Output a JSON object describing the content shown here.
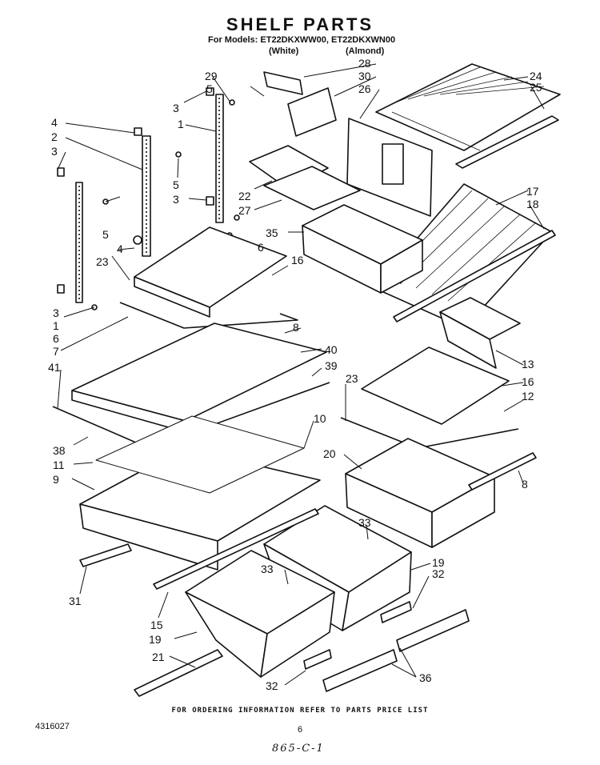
{
  "header": {
    "title": "SHELF PARTS",
    "models": "For Models: ET22DKXWW00, ET22DKXWN00",
    "finish_white": "(White)",
    "finish_almond": "(Almond)"
  },
  "callouts": [
    "1",
    "2",
    "3",
    "4",
    "5",
    "6",
    "7",
    "8",
    "9",
    "10",
    "11",
    "12",
    "13",
    "15",
    "16",
    "17",
    "18",
    "19",
    "20",
    "21",
    "22",
    "23",
    "24",
    "25",
    "26",
    "27",
    "28",
    "29",
    "30",
    "31",
    "32",
    "33",
    "35",
    "36",
    "38",
    "39",
    "40",
    "41"
  ],
  "footer": {
    "ordering_note": "FOR ORDERING INFORMATION REFER TO PARTS PRICE LIST",
    "doc_number": "4316027",
    "page_number": "6",
    "handwritten": "865-C-1"
  }
}
